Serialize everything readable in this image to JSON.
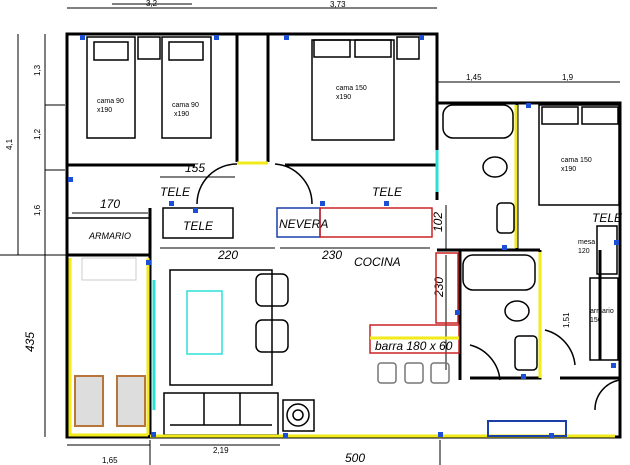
{
  "dimensions": {
    "top_left": "3,2",
    "top_master": "3,73",
    "bath_width": "1,45",
    "right_bedroom_width": "1,9",
    "left_total": "4,1",
    "left_1": "1,3",
    "left_2": "1,2",
    "left_3": "1,6",
    "left_lower": "435",
    "bottom_left": "1,65",
    "bottom_mid": "2,19",
    "bottom_total": "500",
    "hall": "155",
    "armario_width": "170",
    "living_width": "220",
    "kitchen_width": "230",
    "kitchen_vertical": "230",
    "kitchen_depth": "102",
    "armario_right_height": "1,51"
  },
  "labels": {
    "bed1": [
      "cama 90",
      "x190"
    ],
    "bed2": [
      "cama 90",
      "x190"
    ],
    "bed_master": [
      "cama 150",
      "x190"
    ],
    "bed_right": [
      "cama 150",
      "x190"
    ],
    "tele_hall": "TELE",
    "tele_unit": "TELE",
    "tele_kitchen": "TELE",
    "tele_right": "TELE",
    "armario": "ARMARIO",
    "nevera": "NEVERA",
    "cocina": "COCINA",
    "barra": "barra 180 x 60",
    "mesa": [
      "mesa",
      "120"
    ],
    "armario_right": [
      "armario",
      "150"
    ]
  },
  "colors": {
    "walls": "#000000",
    "terrace_line": "#f2ea1a",
    "window": "#2de0d6",
    "kitchen_counter": "#cc2222",
    "fridge": "#1a3fa8",
    "outlet_marker": "#1a4fd6",
    "deckchair": "#b8753a"
  }
}
